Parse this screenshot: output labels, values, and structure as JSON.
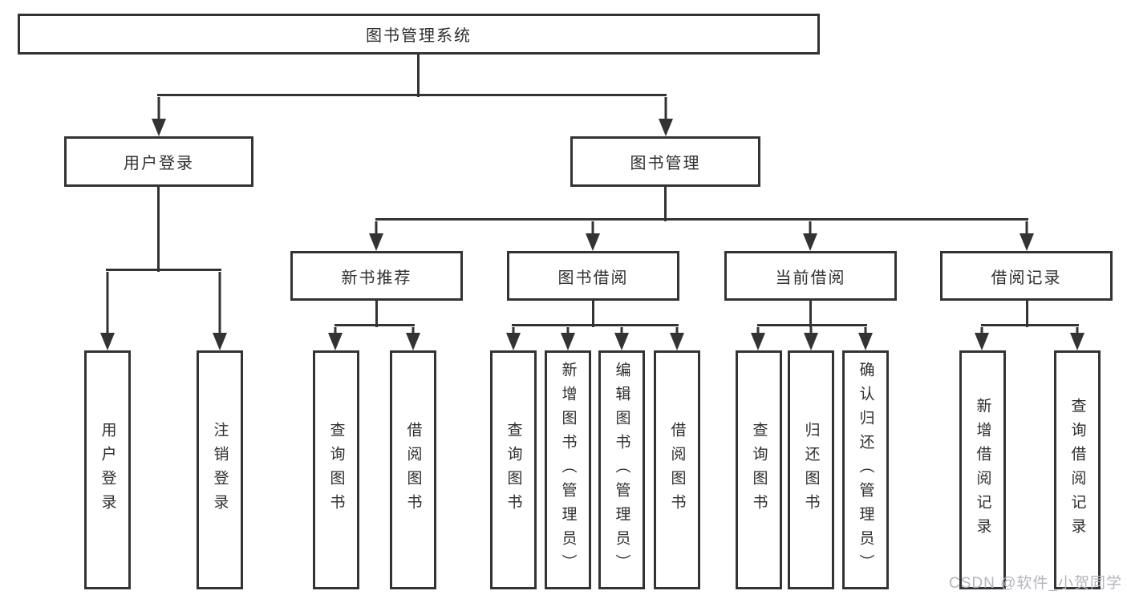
{
  "diagram": {
    "root": {
      "label": "图书管理系统"
    },
    "level2": [
      {
        "label": "用户登录",
        "children": [
          "用户登录",
          "注销登录"
        ]
      },
      {
        "label": "图书管理"
      }
    ],
    "level3": [
      {
        "label": "新书推荐",
        "children": [
          "查询图书",
          "借阅图书"
        ]
      },
      {
        "label": "图书借阅",
        "children": [
          "查询图书",
          "新增图书（管理员）",
          "编辑图书（管理员）",
          "借阅图书"
        ]
      },
      {
        "label": "当前借阅",
        "children": [
          "查询图书",
          "归还图书",
          "确认归还（管理员）"
        ]
      },
      {
        "label": "借阅记录",
        "children": [
          "新增借阅记录",
          "查询借阅记录"
        ]
      }
    ]
  },
  "watermark": {
    "text": "CSDN @软件_小贺同学"
  },
  "colors": {
    "line": "#333333",
    "text": "#2f2f2f",
    "watermark": "#b4b4bc",
    "background": "#ffffff"
  }
}
